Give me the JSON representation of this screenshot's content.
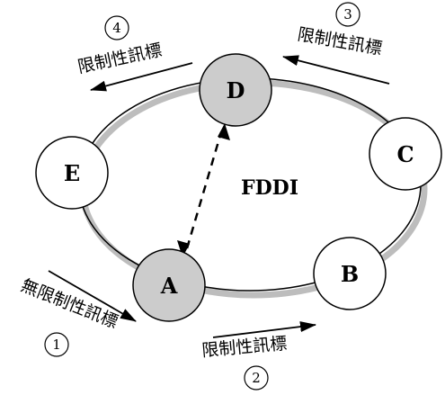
{
  "diagram": {
    "center_label": "FDDI",
    "nodes": [
      {
        "id": "A",
        "label": "A",
        "highlighted": true
      },
      {
        "id": "B",
        "label": "B",
        "highlighted": false
      },
      {
        "id": "C",
        "label": "C",
        "highlighted": false
      },
      {
        "id": "D",
        "label": "D",
        "highlighted": true
      },
      {
        "id": "E",
        "label": "E",
        "highlighted": false
      }
    ],
    "steps": [
      {
        "number": "1",
        "label": "無限制性訊標"
      },
      {
        "number": "2",
        "label": "限制性訊標"
      },
      {
        "number": "3",
        "label": "限制性訊標"
      },
      {
        "number": "4",
        "label": "限制性訊標"
      }
    ],
    "colors": {
      "highlight_fill": "#cccccc",
      "node_fill": "#ffffff",
      "stroke": "#000000",
      "shadow": "#bdbdbd"
    }
  }
}
